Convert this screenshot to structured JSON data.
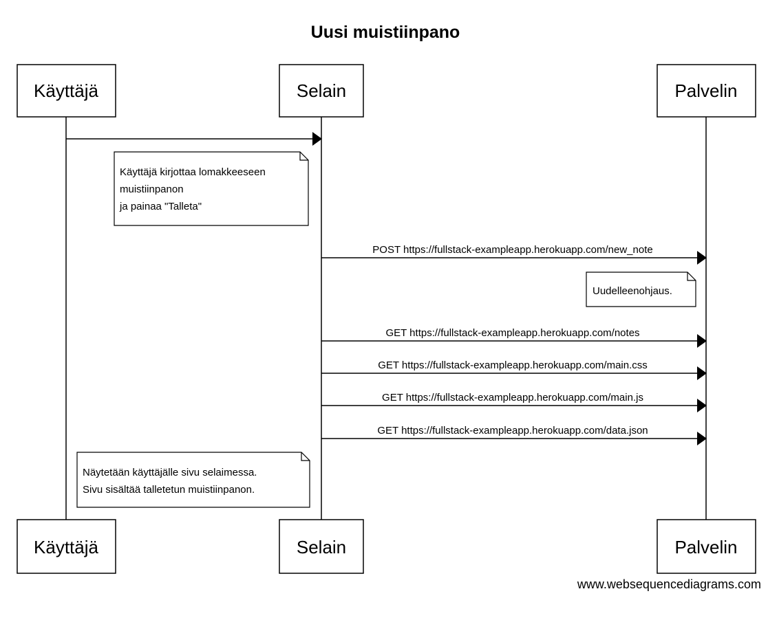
{
  "title": "Uusi muistiinpano",
  "actors": [
    {
      "id": "kayttaja",
      "label": "Käyttäjä"
    },
    {
      "id": "selain",
      "label": "Selain"
    },
    {
      "id": "palvelin",
      "label": "Palvelin"
    }
  ],
  "messages": [
    {
      "from": "kayttaja",
      "to": "selain",
      "label": ""
    },
    {
      "from": "selain",
      "to": "palvelin",
      "label": "POST https://fullstack-exampleapp.herokuapp.com/new_note"
    },
    {
      "from": "selain",
      "to": "palvelin",
      "label": "GET https://fullstack-exampleapp.herokuapp.com/notes"
    },
    {
      "from": "selain",
      "to": "palvelin",
      "label": "GET https://fullstack-exampleapp.herokuapp.com/main.css"
    },
    {
      "from": "selain",
      "to": "palvelin",
      "label": "GET https://fullstack-exampleapp.herokuapp.com/main.js"
    },
    {
      "from": "selain",
      "to": "palvelin",
      "label": "GET https://fullstack-exampleapp.herokuapp.com/data.json"
    }
  ],
  "notes": [
    {
      "lines": [
        "Käyttäjä kirjottaa lomakkeeseen",
        "muistiinpanon",
        "ja painaa \"Talleta\""
      ]
    },
    {
      "lines": [
        "Uudelleenohjaus."
      ]
    },
    {
      "lines": [
        "Näytetään käyttäjälle sivu selaimessa.",
        "Sivu sisältää talletetun muistiinpanon."
      ]
    }
  ],
  "watermark": "www.websequencediagrams.com"
}
